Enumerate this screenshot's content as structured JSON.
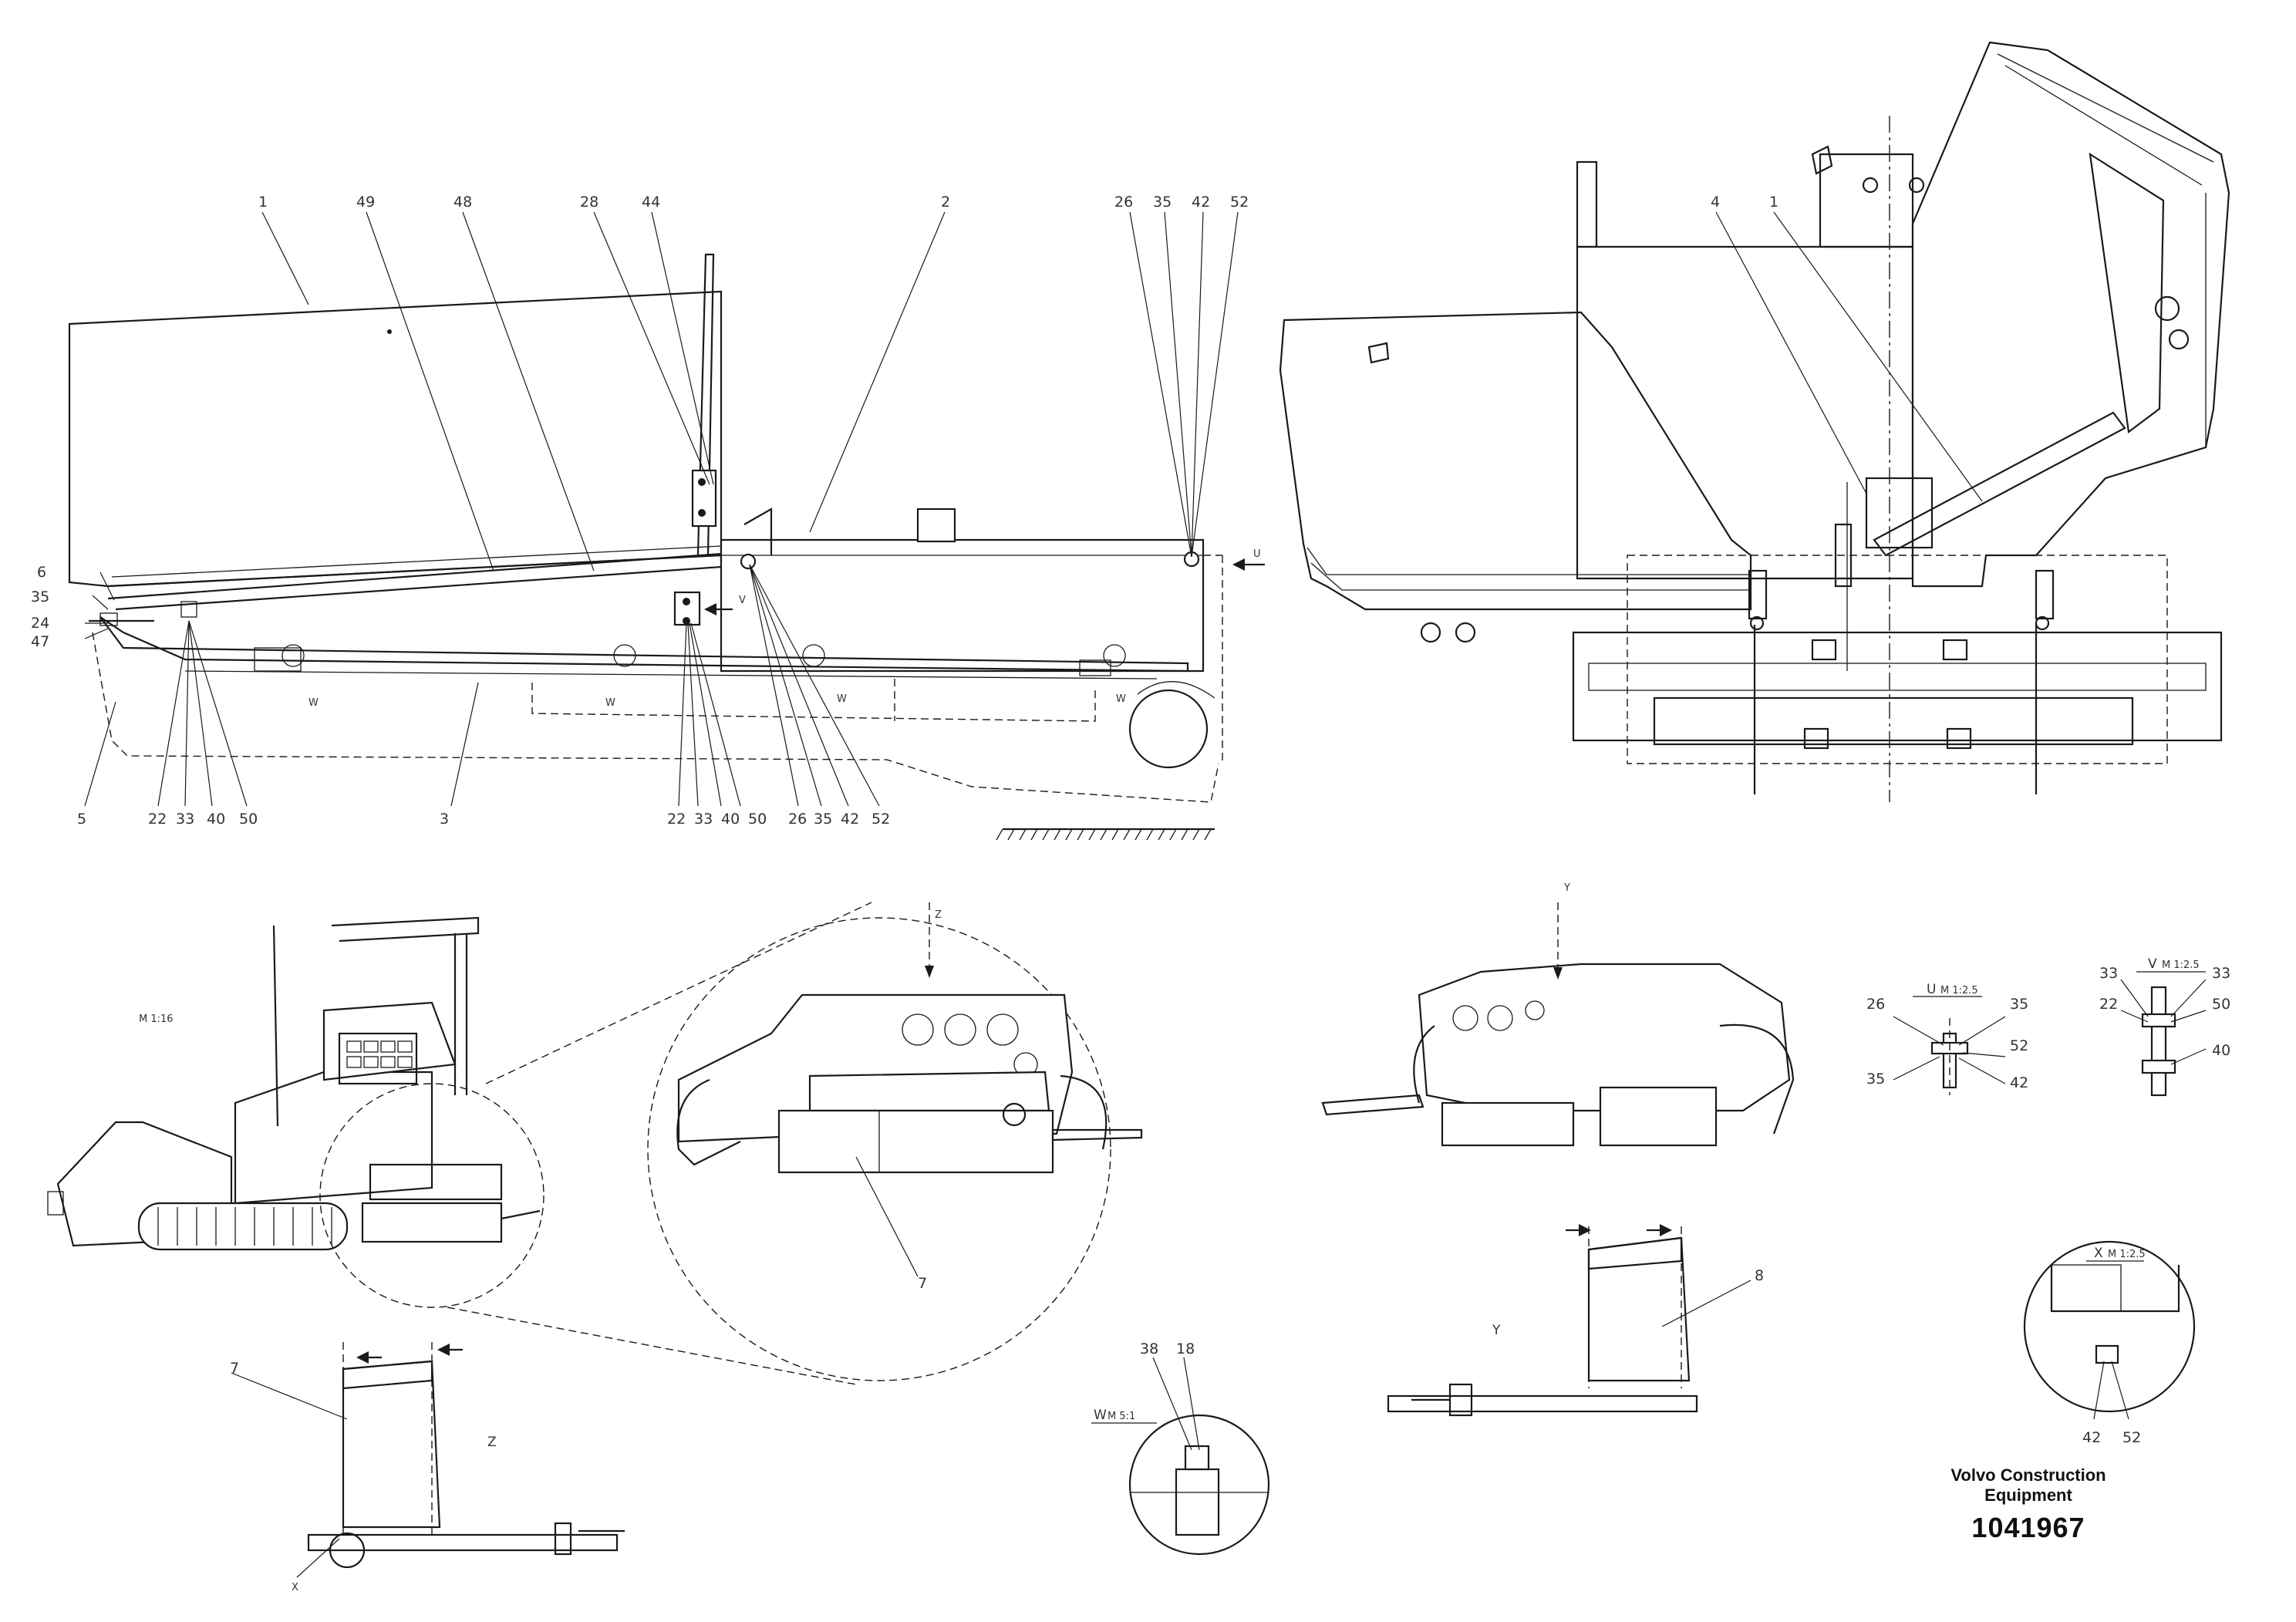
{
  "balloons": {
    "b1": "1",
    "b49": "49",
    "b48": "48",
    "b28": "28",
    "b44": "44",
    "b2": "2",
    "b26": "26",
    "b35": "35",
    "b42": "42",
    "b52": "52",
    "b6": "6",
    "b35l": "35",
    "b24": "24",
    "b47": "47",
    "b5": "5",
    "b22": "22",
    "b33": "33",
    "b40": "40",
    "b50": "50",
    "b3": "3",
    "b22b": "22",
    "b33b": "33",
    "b40b": "40",
    "b50b": "50",
    "b26b": "26",
    "b35b": "35",
    "b42b": "42",
    "b52b": "52",
    "b4": "4",
    "b1r": "1",
    "b7z": "7",
    "b7": "7",
    "b8": "8",
    "b38": "38",
    "b18": "18",
    "u26": "26",
    "u35a": "35",
    "u52": "52",
    "u35b": "35",
    "u42": "42",
    "v33a": "33",
    "v33b": "33",
    "v22": "22",
    "v50": "50",
    "v40": "40",
    "x42": "42",
    "x52": "52"
  },
  "view_labels": {
    "u_arrow": "U",
    "v_arrow": "V",
    "w1": "W",
    "w2": "W",
    "w3": "W",
    "w4": "W",
    "z_arrow": "Z",
    "y_arrow": "Y",
    "x_arrow": "X",
    "z_view": "Z",
    "y_view": "Y",
    "w_detail": "W",
    "w_scale": "M 5:1",
    "u_detail": "U",
    "u_scale": "M 1:2.5",
    "v_detail": "V",
    "v_scale": "M 1:2.5",
    "x_detail": "X",
    "x_scale": "M 1:2.5",
    "overview_scale": "M 1:16"
  },
  "branding": {
    "company": "Volvo Construction Equipment",
    "drawing_number": "1041967"
  }
}
